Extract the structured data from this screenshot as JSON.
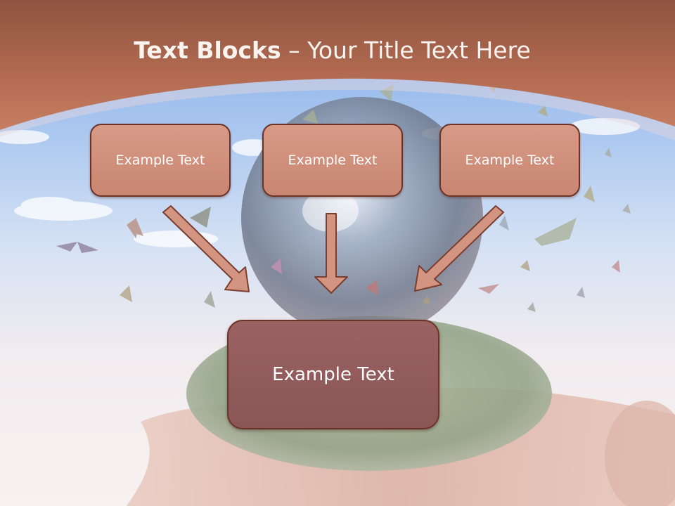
{
  "title": {
    "bold": "Text Blocks",
    "dash": " – ",
    "rest": "Your Title Text Here"
  },
  "blocks": {
    "left": "Example Text",
    "center": "Example Text",
    "right": "Example Text",
    "bottom": "Example Text"
  },
  "colors": {
    "header": "#b06a50",
    "box": "#cf9078",
    "box_border": "#6b3326",
    "big_box": "#945b5b"
  }
}
